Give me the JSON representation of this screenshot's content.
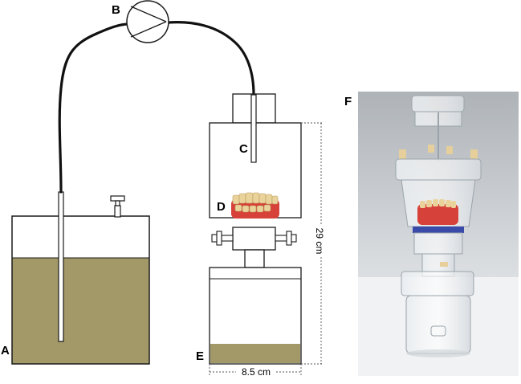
{
  "labels": {
    "a": "A",
    "b": "B",
    "c": "C",
    "d": "D",
    "e": "E",
    "f": "F"
  },
  "dimensions": {
    "height": "29 cm",
    "width": "8.5 cm"
  },
  "colors": {
    "liquid": "#a39867",
    "outline": "#1a1a1a",
    "gum": "#d6413a",
    "teeth": "#ead39b",
    "photo_bg": "#c9cdd1"
  }
}
